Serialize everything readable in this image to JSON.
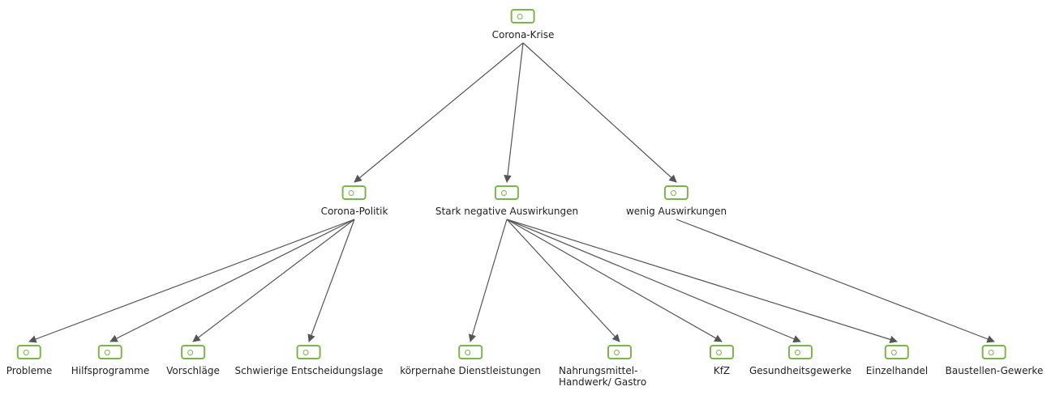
{
  "nodes": {
    "root": {
      "label": "Corona-Krise",
      "icon": "tag-icon"
    },
    "politik": {
      "label": "Corona-Politik",
      "icon": "tag-icon"
    },
    "stark": {
      "label": "Stark negative Auswirkungen",
      "icon": "tag-icon"
    },
    "wenig": {
      "label": "wenig Auswirkungen",
      "icon": "tag-icon"
    },
    "probleme": {
      "label": "Probleme",
      "icon": "tag-icon"
    },
    "hilfs": {
      "label": "Hilfsprogramme",
      "icon": "tag-icon"
    },
    "vorschlaege": {
      "label": "Vorschläge",
      "icon": "tag-icon"
    },
    "schwierig": {
      "label": "Schwierige Entscheidungslage",
      "icon": "tag-icon"
    },
    "koerper": {
      "label": "körpernahe Dienstleistungen",
      "icon": "tag-icon"
    },
    "nahrung": {
      "label": "Nahrungsmittel-Handwerk/ Gastro",
      "icon": "tag-icon"
    },
    "kfz": {
      "label": "KfZ",
      "icon": "tag-icon"
    },
    "gesund": {
      "label": "Gesundheitsgewerke",
      "icon": "tag-icon"
    },
    "einzel": {
      "label": "Einzelhandel",
      "icon": "tag-icon"
    },
    "bau": {
      "label": "Baustellen-Gewerke",
      "icon": "tag-icon"
    }
  },
  "edges": [
    [
      "root",
      "politik"
    ],
    [
      "root",
      "stark"
    ],
    [
      "root",
      "wenig"
    ],
    [
      "politik",
      "probleme"
    ],
    [
      "politik",
      "hilfs"
    ],
    [
      "politik",
      "vorschlaege"
    ],
    [
      "politik",
      "schwierig"
    ],
    [
      "stark",
      "koerper"
    ],
    [
      "stark",
      "nahrung"
    ],
    [
      "stark",
      "kfz"
    ],
    [
      "stark",
      "gesund"
    ],
    [
      "stark",
      "einzel"
    ],
    [
      "wenig",
      "bau"
    ]
  ],
  "colors": {
    "accent": "#7ab648",
    "edge": "#555555"
  }
}
